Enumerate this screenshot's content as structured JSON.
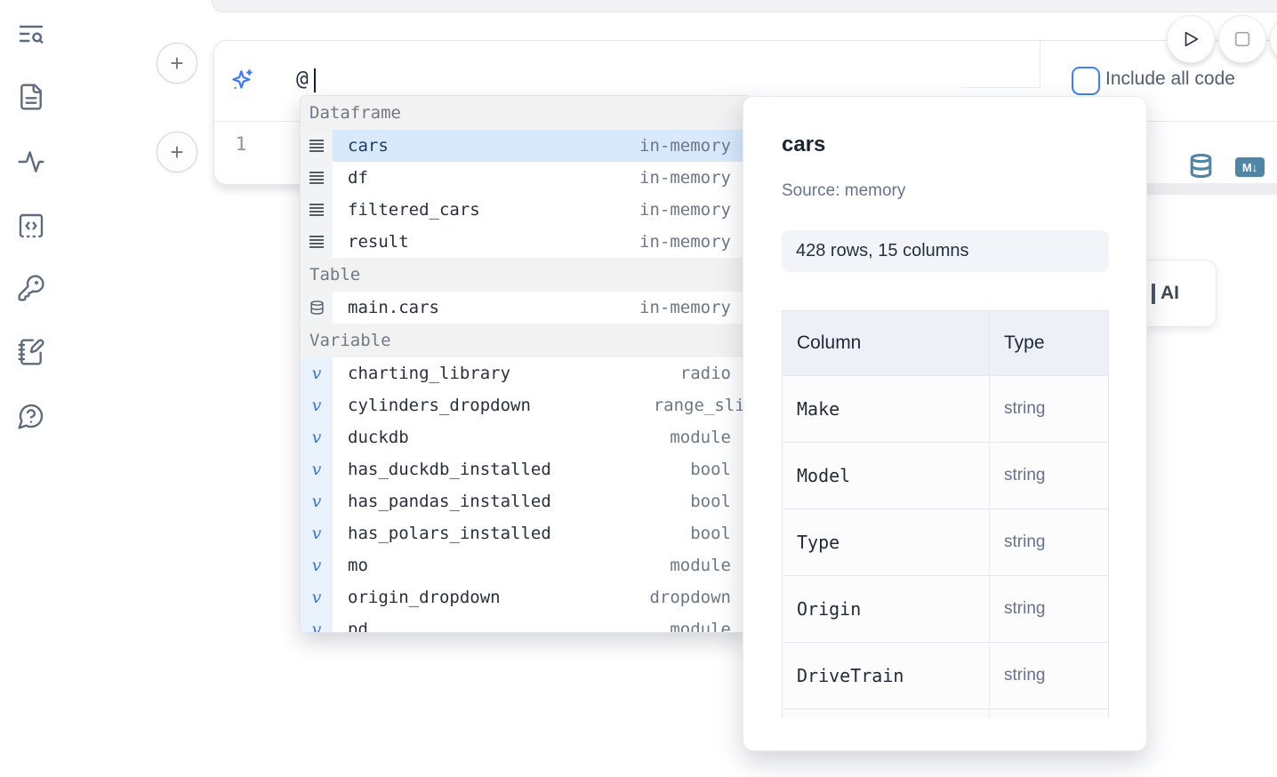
{
  "colors": {
    "accent_blue": "#3b82f6",
    "steel_blue": "#4e86a8",
    "selected_row_bg": "#d8e9fc",
    "sidebar_icon": "#5d6b7e"
  },
  "sidebar": {
    "icons": [
      {
        "name": "text-search-icon"
      },
      {
        "name": "file-text-icon"
      },
      {
        "name": "activity-icon"
      },
      {
        "name": "code-snippets-icon"
      },
      {
        "name": "key-icon"
      },
      {
        "name": "notebook-pen-icon"
      },
      {
        "name": "help-chat-icon"
      }
    ]
  },
  "toolbar": {
    "plus_label": "+",
    "run_button": "play-icon",
    "stop_button": "stop-icon"
  },
  "prompt": {
    "value": "@",
    "include_all_code": {
      "label": "Include all code",
      "checked": false
    }
  },
  "editor": {
    "line_number": "1",
    "output_icons": [
      {
        "name": "database-icon"
      },
      {
        "name": "markdown-export-icon",
        "badge_text": "M↓"
      }
    ]
  },
  "completion": {
    "sections": [
      {
        "label": "Dataframe",
        "kind": "dataframe",
        "icon": "table-rows-icon",
        "items": [
          {
            "name": "cars",
            "type": "in-memory",
            "selected": true
          },
          {
            "name": "df",
            "type": "in-memory"
          },
          {
            "name": "filtered_cars",
            "type": "in-memory"
          },
          {
            "name": "result",
            "type": "in-memory"
          }
        ]
      },
      {
        "label": "Table",
        "kind": "table",
        "icon": "database-icon",
        "items": [
          {
            "name": "main.cars",
            "type": "in-memory"
          }
        ]
      },
      {
        "label": "Variable",
        "kind": "variable",
        "icon": "variable-icon",
        "items": [
          {
            "name": "charting_library",
            "type": "radio"
          },
          {
            "name": "cylinders_dropdown",
            "type": "range_slider",
            "clipped": true
          },
          {
            "name": "duckdb",
            "type": "module"
          },
          {
            "name": "has_duckdb_installed",
            "type": "bool"
          },
          {
            "name": "has_pandas_installed",
            "type": "bool"
          },
          {
            "name": "has_polars_installed",
            "type": "bool"
          },
          {
            "name": "mo",
            "type": "module"
          },
          {
            "name": "origin_dropdown",
            "type": "dropdown"
          },
          {
            "name": "pd",
            "type": "module",
            "partial": true
          }
        ]
      }
    ]
  },
  "preview": {
    "title": "cars",
    "source": "Source: memory",
    "shape_badge": "428 rows, 15 columns",
    "table": {
      "headers": [
        "Column",
        "Type"
      ],
      "rows": [
        [
          "Make",
          "string"
        ],
        [
          "Model",
          "string"
        ],
        [
          "Type",
          "string"
        ],
        [
          "Origin",
          "string"
        ],
        [
          "DriveTrain",
          "string"
        ]
      ]
    }
  },
  "ai_card": {
    "label": "AI"
  }
}
